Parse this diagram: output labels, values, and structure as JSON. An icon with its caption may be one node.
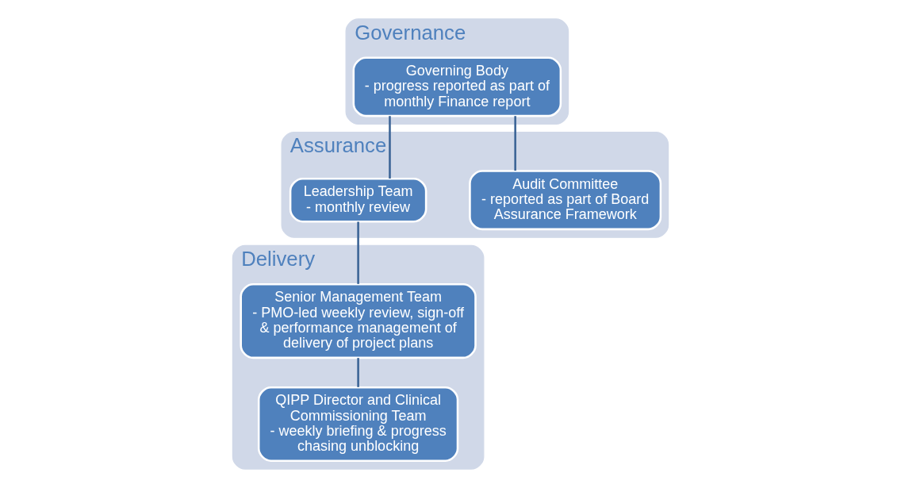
{
  "diagram": {
    "nodes": [
      {
        "text": [
          "Governance"
        ]
      },
      {
        "text": [
          "Governing Body",
          "- progress reported as part of monthly Finance report"
        ],
        "in": 0
      },
      {
        "text": [
          "Assurance"
        ]
      },
      {
        "text": [
          "Audit Committee",
          "- reported as part of Board Assurance Framework"
        ],
        "in": 2
      },
      {
        "text": [
          "Leadership Team",
          "- monthly review"
        ],
        "in": 2
      },
      {
        "text": [
          "Delivery"
        ]
      },
      {
        "text": [
          "Senior Management Team",
          "- PMO-led weekly review, sign-off  & performance management of delivery of project plans"
        ],
        "in": 5
      },
      {
        "text": [
          "QIPP Director and Clinical Commissioning Team",
          "- weekly briefing & progress chasing unblocking"
        ],
        "in": 5
      }
    ],
    "edges": [
      {
        "from": 1,
        "to": 3,
        "arrow": "none"
      },
      {
        "from": 1,
        "to": 4,
        "arrow": "none"
      },
      {
        "from": 4,
        "to": 6,
        "arrow": "none"
      },
      {
        "from": 6,
        "to": 7,
        "arrow": "none"
      }
    ]
  }
}
